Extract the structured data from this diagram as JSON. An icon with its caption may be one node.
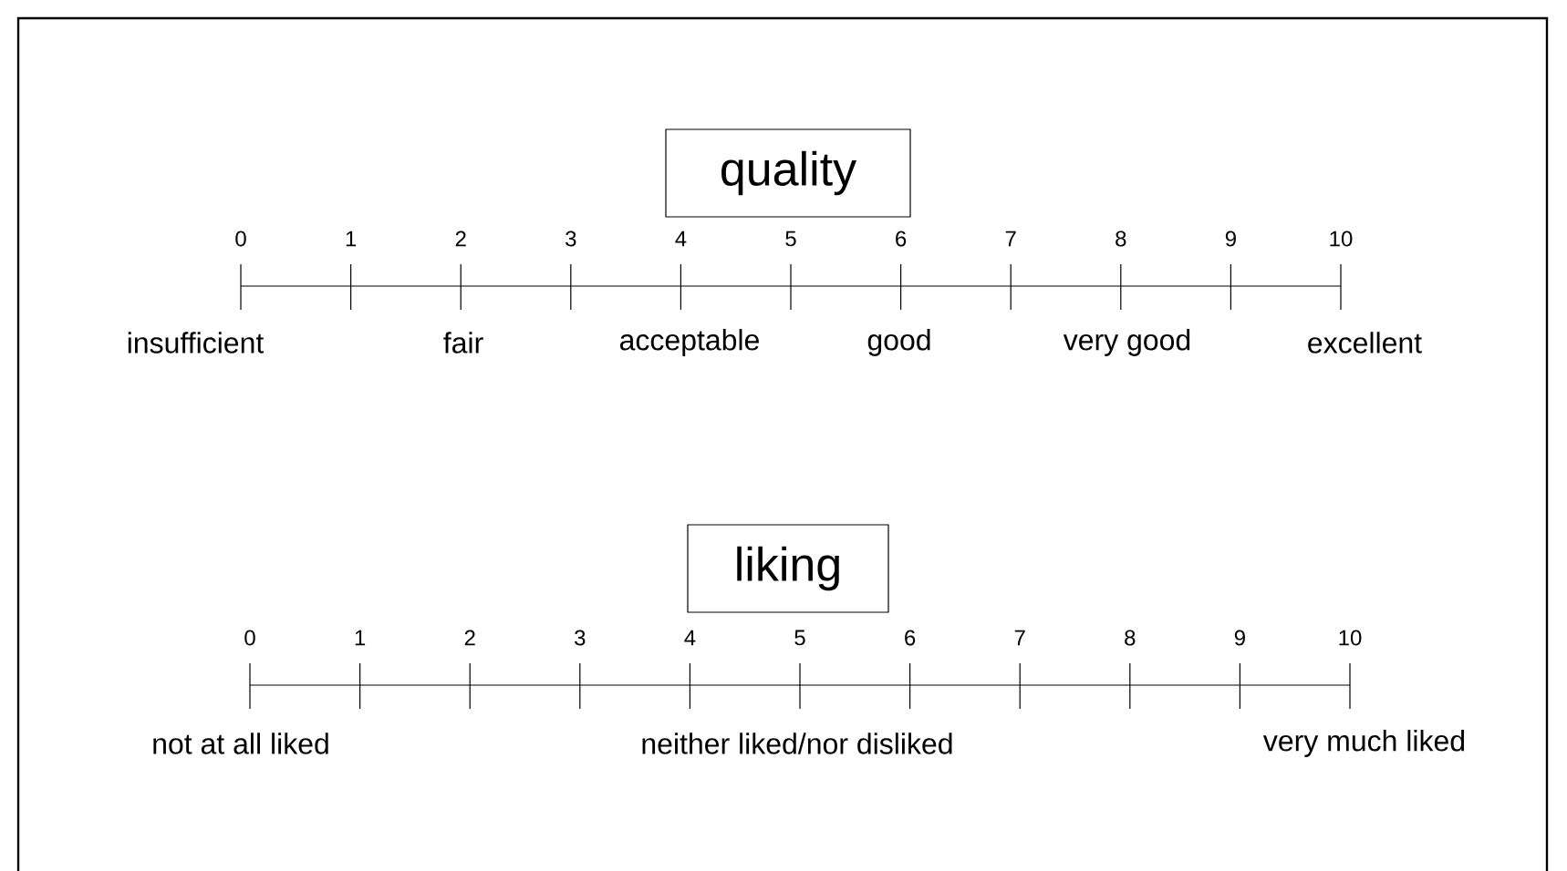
{
  "diagram": {
    "nodes": [
      {
        "text": [
          "quality"
        ]
      },
      {
        "text": [
          "liking"
        ]
      }
    ],
    "labels": [
      "0",
      "1",
      "2",
      "3",
      "4",
      "5",
      "6",
      "7",
      "8",
      "9",
      "10",
      "insufficient",
      "fair",
      "acceptable",
      "good",
      "very good",
      "excellent",
      "0",
      "1",
      "2",
      "3",
      "4",
      "5",
      "6",
      "7",
      "8",
      "9",
      "10",
      "not at all liked",
      "neither liked/nor disliked",
      "very much liked"
    ]
  }
}
